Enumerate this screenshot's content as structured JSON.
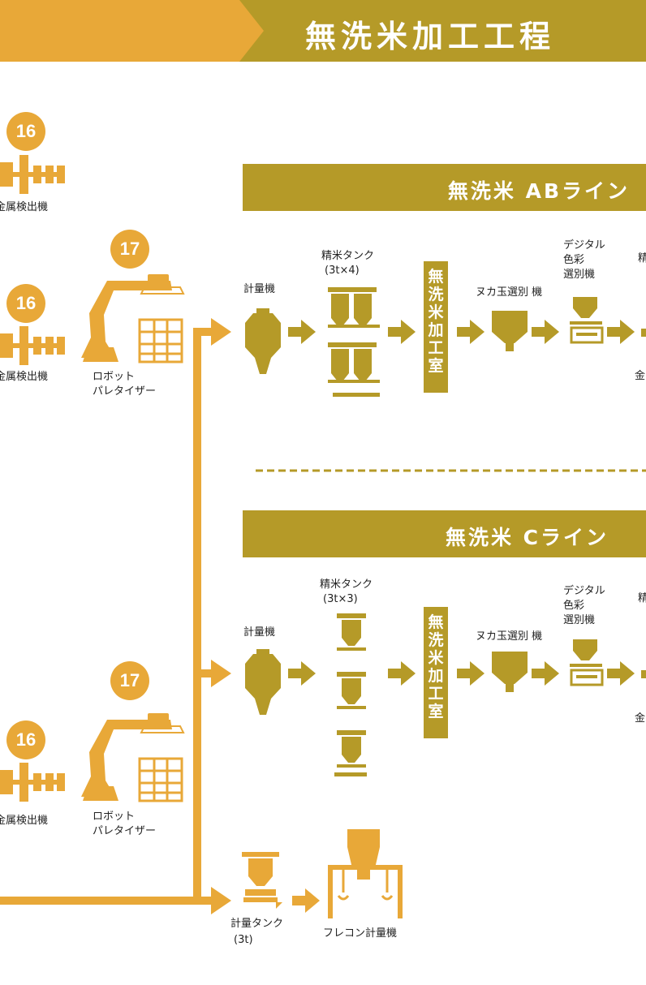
{
  "header": {
    "title": "無洗米加工工程"
  },
  "colors": {
    "orange": "#e8a838",
    "gold": "#b59a28",
    "dark_gold": "#9c8420"
  },
  "section_ab": {
    "title": "無洗米 ABライン",
    "room": "無洗米加工室",
    "scale": "計量機",
    "tank": [
      "精米タンク",
      "(3t×4)"
    ],
    "nuka": "ヌカ玉選別 機",
    "color_sorter": [
      "デジタル",
      "色彩",
      "選別機"
    ],
    "cut_right": "精",
    "cut_bottom": "金"
  },
  "section_c": {
    "title": "無洗米 Cライン",
    "room": "無洗米加工室",
    "scale": "計量機",
    "tank": [
      "精米タンク",
      "(3t×3)"
    ],
    "nuka": "ヌカ玉選別 機",
    "color_sorter": [
      "デジタル",
      "色彩",
      "選別機"
    ],
    "cut_right": "精",
    "cut_bottom": "金"
  },
  "left_column": {
    "metal_detector_badge": "16",
    "metal_detector": "金属検出機",
    "robot_badge": "17",
    "robot": [
      "ロボット",
      "パレタイザー"
    ]
  },
  "bottom_line": {
    "scale_tank": [
      "計量タンク",
      "(3t)"
    ],
    "flecon_scale": "フレコン計量機"
  },
  "icons": [
    "conveyor-icon",
    "robot-arm-icon",
    "pallet-icon",
    "hopper-scale-icon",
    "tank-icon",
    "color-sorter-icon",
    "flecon-scale-icon",
    "arrow-icon"
  ]
}
